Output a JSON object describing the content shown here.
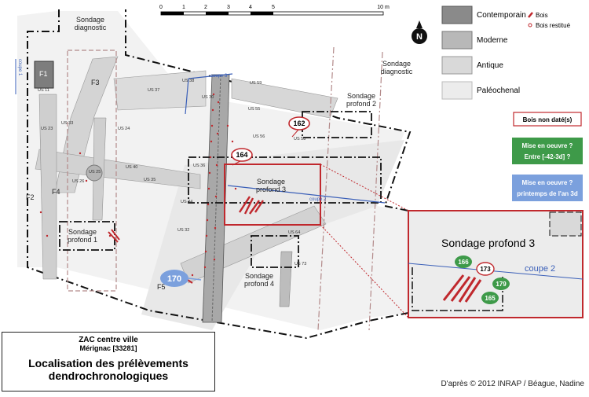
{
  "scale": {
    "ticks": [
      "0",
      "1",
      "2",
      "3",
      "4",
      "5",
      "10 m"
    ]
  },
  "north": "N",
  "legend": {
    "items": [
      {
        "label": "Contemporain",
        "color": "#8a8a8a"
      },
      {
        "label": "Moderne",
        "color": "#b8b8b8"
      },
      {
        "label": "Antique",
        "color": "#d9d9d9"
      },
      {
        "label": "Paléochenal",
        "color": "#ececec"
      }
    ],
    "bois": "Bois",
    "bois_restitue": "Bois restitué"
  },
  "badges": {
    "non_date": "Bois non daté(s)",
    "mise_1": "Mise en oeuvre ?",
    "mise_1b": "Entre [-42-3d] ?",
    "mise_2": "Mise en oeuvre ?",
    "mise_2b": "printemps de l'an 3d"
  },
  "map_labels": {
    "sd_diag_1": "Sondage\ndiagnostic",
    "sd_diag_2": "Sondage\ndiagnostic",
    "sp1": "Sondage\nprofond 1",
    "sp2": "Sondage\nprofond 2",
    "sp3": "Sondage\nprofond 3",
    "sp4": "Sondage\nprofond 4",
    "f1": "F1",
    "f2": "F2",
    "f3": "F3",
    "f4": "F4",
    "f5": "F5",
    "coupe1": "coupe 1",
    "coupe2": "coupe 2",
    "coupe3": "coupe 3",
    "us": [
      "US 11",
      "US 33",
      "US 37",
      "US 38",
      "US 30",
      "US 59",
      "US 55",
      "US 56",
      "US 58",
      "US 24",
      "US 26",
      "US 25",
      "US 40",
      "US 35",
      "US 36",
      "US 34",
      "US 32",
      "US 64",
      "US 73",
      "US 23"
    ]
  },
  "samples": [
    {
      "id": "162",
      "type": "non_date"
    },
    {
      "id": "164",
      "type": "non_date"
    },
    {
      "id": "170",
      "type": "blue"
    },
    {
      "id": "166",
      "type": "green"
    },
    {
      "id": "173",
      "type": "non_date"
    },
    {
      "id": "179",
      "type": "green"
    },
    {
      "id": "165",
      "type": "green"
    }
  ],
  "inset": {
    "title": "Sondage profond 3",
    "coupe": "coupe 2"
  },
  "title_box": {
    "line1": "ZAC centre ville",
    "line2": "Mérignac [33281]",
    "line3": "Localisation des prélèvements",
    "line4": "dendrochronologiques"
  },
  "credit": "D'après © 2012 INRAP / Béague, Nadine"
}
